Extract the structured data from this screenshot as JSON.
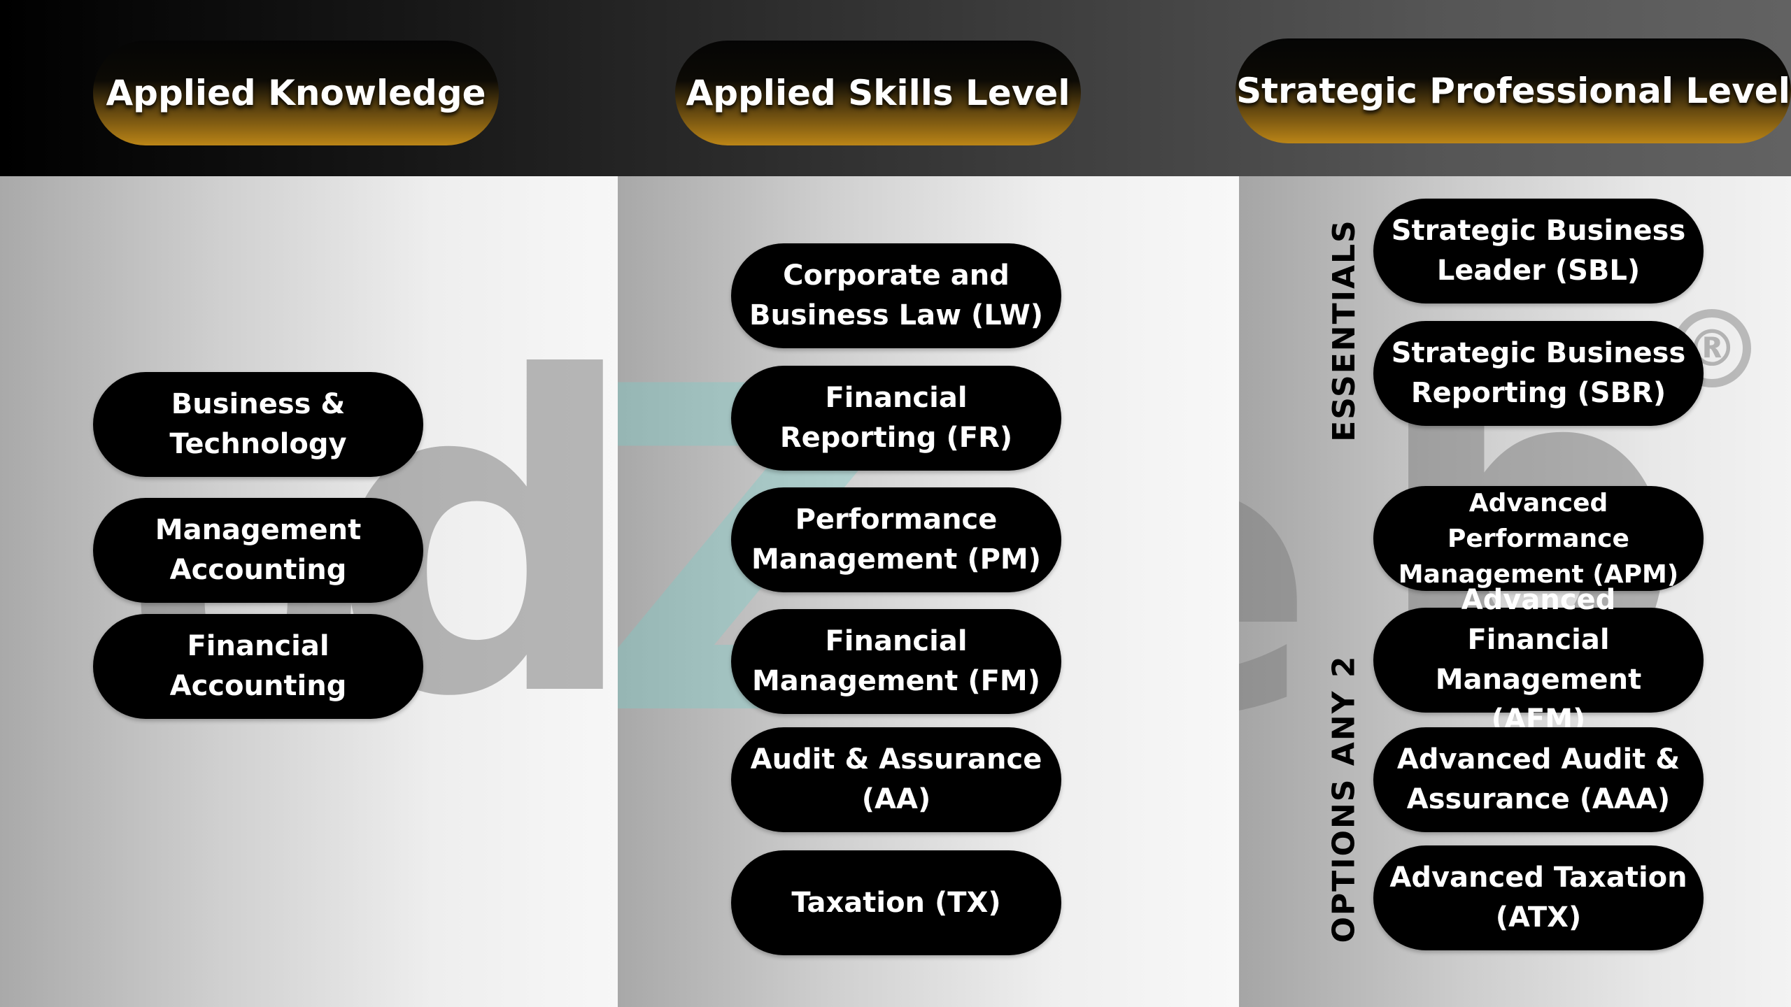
{
  "levels": {
    "applied_knowledge": {
      "title": "Applied Knowledge",
      "papers": [
        "Business & Technology",
        "Management Accounting",
        "Financial Accounting"
      ]
    },
    "applied_skills": {
      "title": "Applied Skills Level",
      "papers": [
        "Corporate and Business Law (LW)",
        "Financial Reporting (FR)",
        "Performance Management (PM)",
        "Financial Management (FM)",
        "Audit & Assurance (AA)",
        "Taxation (TX)"
      ]
    },
    "strategic_professional": {
      "title": "Strategic Professional Level",
      "essentials_label": "ESSENTIALS",
      "essentials": [
        "Strategic Business Leader (SBL)",
        "Strategic Business Reporting (SBR)"
      ],
      "options_label": "OPTIONS ANY 2",
      "options": [
        "Advanced Performance Management (APM)",
        "Advanced Financial Management (AFM)",
        "Advanced Audit & Assurance (AAA)",
        "Advanced Taxation (ATX)"
      ]
    }
  },
  "watermark": {
    "letters": [
      "o",
      "d",
      "Z",
      "e",
      "b"
    ],
    "mark": "®"
  },
  "colors": {
    "pill": "#000000",
    "header_gold": "#bb8517",
    "watermark_z": "#78cdc8"
  }
}
